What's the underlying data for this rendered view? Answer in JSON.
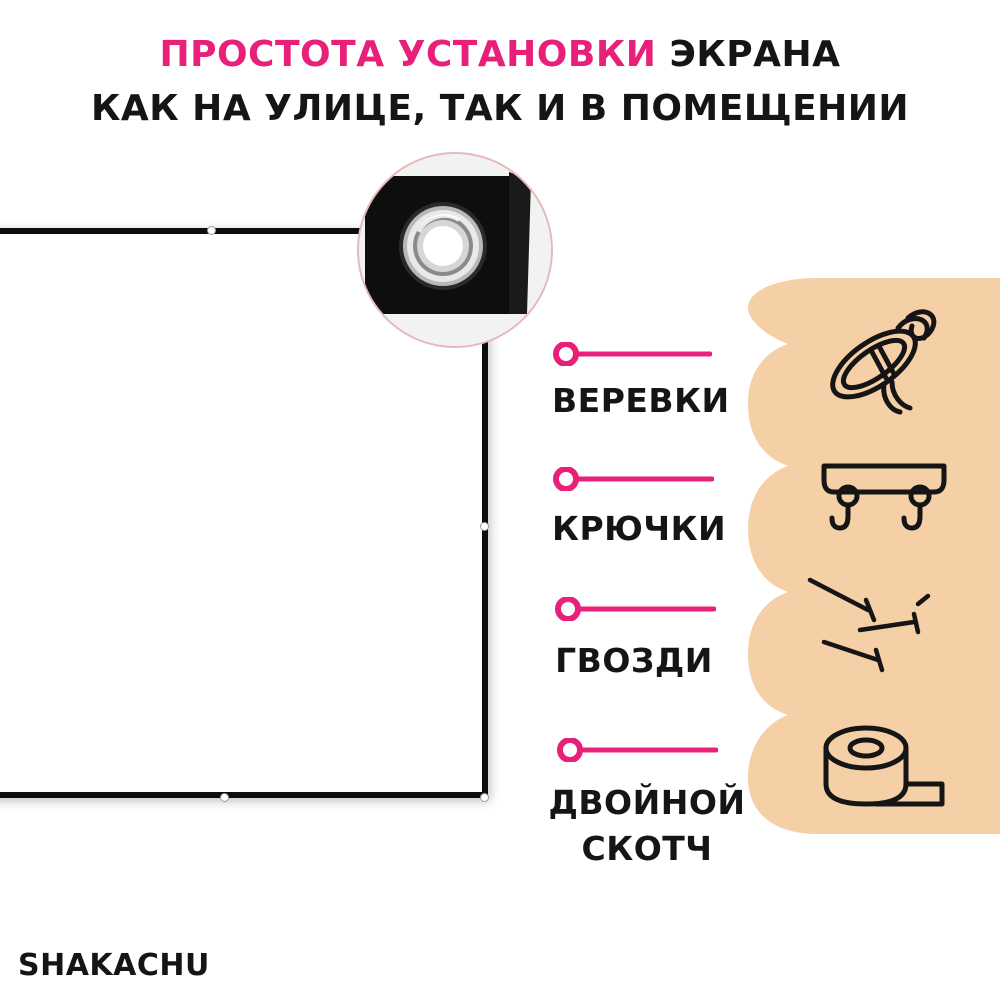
{
  "headline": {
    "line1_accent": "ПРОСТОТА УСТАНОВКИ",
    "line1_rest": "ЭКРАНА",
    "line2": "КАК НА УЛИЦЕ, ТАК И В ПОМЕЩЕНИИ"
  },
  "methods": [
    {
      "label": "ВЕРЕВКИ",
      "icon": "rope-icon"
    },
    {
      "label": "КРЮЧКИ",
      "icon": "hooks-icon"
    },
    {
      "label": "ГВОЗДИ",
      "icon": "nails-icon"
    },
    {
      "label_line1": "ДВОЙНОЙ",
      "label_line2": "СКОТЧ",
      "icon": "tape-icon"
    }
  ],
  "brand": "SHAKACHU",
  "colors": {
    "accent": "#e8207a",
    "peach": "#f5cfa6",
    "text": "#151515",
    "frame": "#0d0d0d"
  }
}
